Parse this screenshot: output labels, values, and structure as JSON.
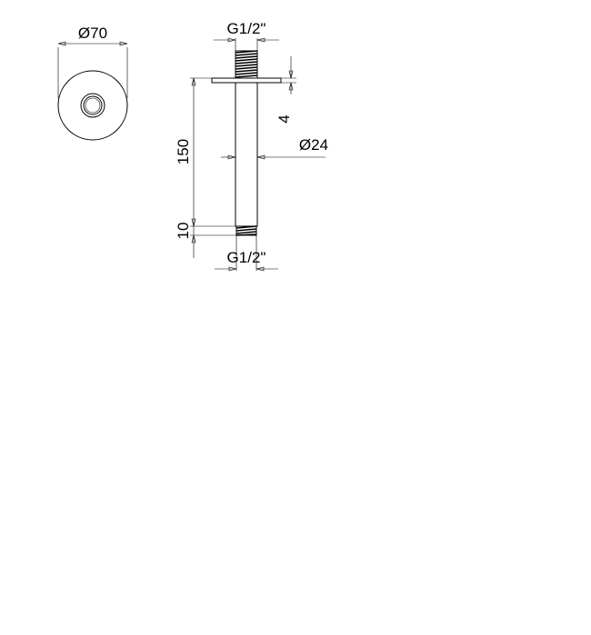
{
  "labels": {
    "flange_diameter": "Ø70",
    "top_thread": "G1/2\"",
    "bottom_thread": "G1/2\"",
    "flange_thickness": "4",
    "pipe_diameter": "Ø24",
    "pipe_length": "150",
    "thread_length": "10"
  }
}
